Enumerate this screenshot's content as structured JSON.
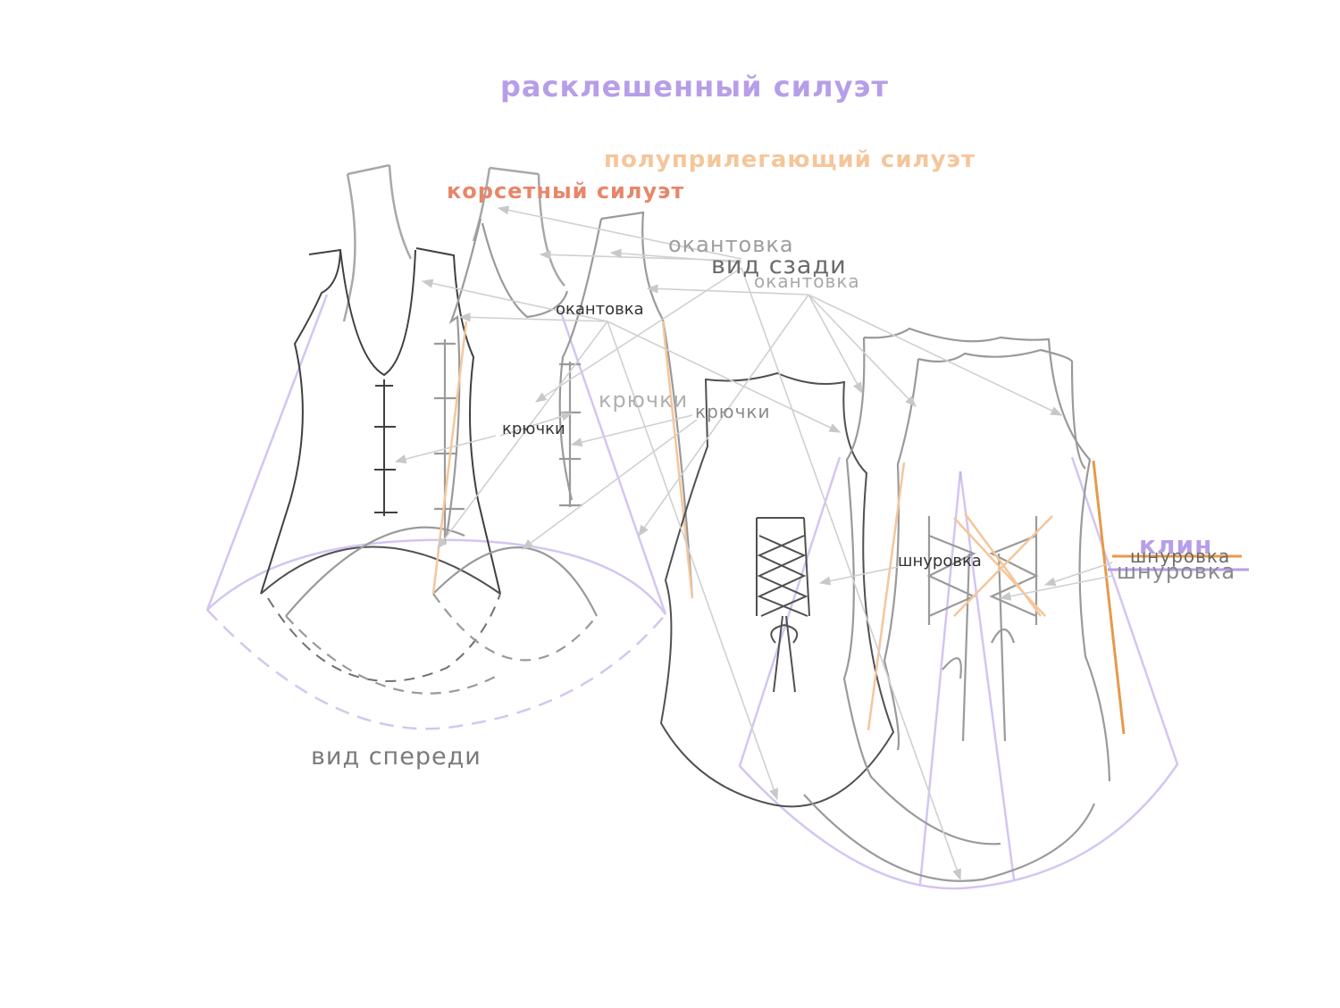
{
  "colors": {
    "flared": "#b79ee8",
    "semi_fitted": "#f5c69a",
    "corset": "#e8866a",
    "dark_line": "#3a3a3a",
    "mid_line": "#8c8c8c",
    "light_line": "#b4b4b4",
    "arrow": "#d0d0d0",
    "view_text": "#7a7a7a",
    "wedge_orange": "#e69a4a"
  },
  "titles": {
    "flared": "расклешенный силуэт",
    "semi_fitted": "полуприлегающий силуэт",
    "corset": "корсетный силуэт"
  },
  "views": {
    "front": "вид спереди",
    "back": "вид сзади"
  },
  "labels": {
    "trim_1": "окантовка",
    "trim_2": "окантовка",
    "trim_3": "окантовка",
    "hooks_1": "крючки",
    "hooks_2": "крючки",
    "hooks_3": "крючки",
    "lacing_1": "шнуровка",
    "lacing_2": "шнуровка",
    "lacing_3": "шнуровка",
    "gusset": "клин"
  },
  "icons": {
    "arrow": "leader-arrow"
  }
}
